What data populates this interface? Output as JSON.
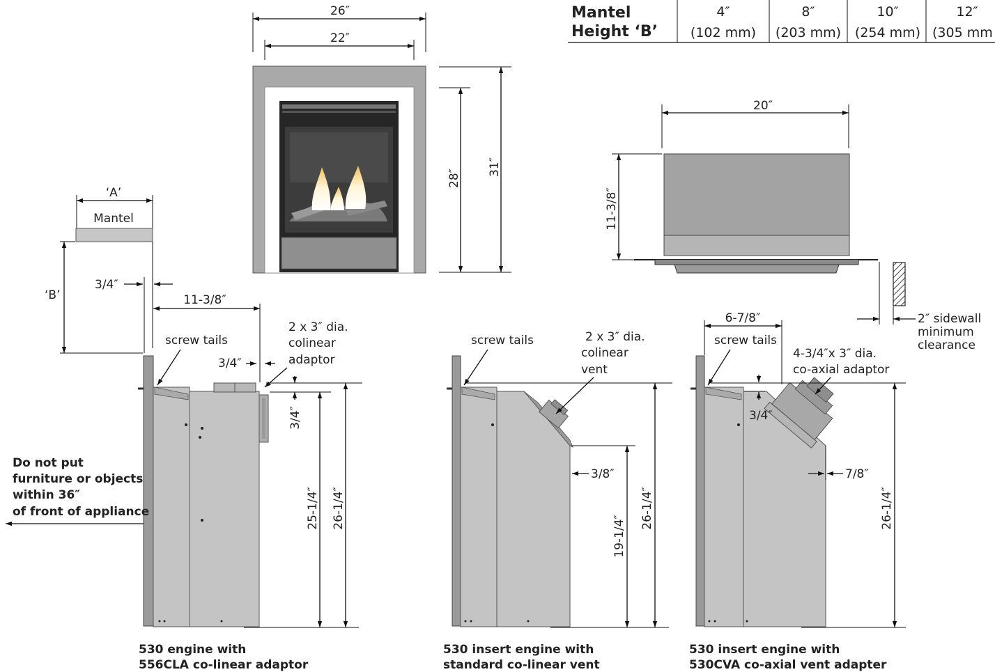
{
  "table": {
    "header_line1": "Mantel",
    "header_line2": "Height ‘B’",
    "columns": [
      {
        "in": "4″",
        "mm": "(102 mm)"
      },
      {
        "in": "8″",
        "mm": "(203 mm)"
      },
      {
        "in": "10″",
        "mm": "(254 mm)"
      },
      {
        "in": "12″",
        "mm": "(305 mm"
      }
    ]
  },
  "front_view": {
    "width_outer": "26″",
    "width_inner": "22″",
    "height_inner": "28″",
    "height_outer": "31″"
  },
  "top_view": {
    "width": "20″",
    "depth": "11-3/8″"
  },
  "sidewall": {
    "dim": "2″ sidewall",
    "line2": "minimum",
    "line3": "clearance"
  },
  "mantel": {
    "a_label": "‘A’",
    "title": "Mantel",
    "b_label": "‘B’",
    "offset": "3/4″"
  },
  "side1": {
    "depth": "11-3/8″",
    "screw_tails": "screw tails",
    "adaptor_l1": "2 x 3″ dia.",
    "adaptor_l2": "colinear",
    "adaptor_l3": "adaptor",
    "top_offset": "3/4″",
    "vert_offset": "3/4″",
    "height_inner": "25-1/4″",
    "height_outer": "26-1/4″",
    "warning_l1": "Do not put",
    "warning_l2": "furniture or objects",
    "warning_l3": "within 36″",
    "warning_l4": "of front of appliance",
    "caption_l1": "530 engine with",
    "caption_l2": "556CLA co-linear adaptor"
  },
  "side2": {
    "screw_tails": "screw tails",
    "vent_l1": "2 x 3″ dia.",
    "vent_l2": "colinear",
    "vent_l3": "vent",
    "offset": "3/8″",
    "height_low": "19-1/4″",
    "height": "26-1/4″",
    "caption_l1": "530 insert engine with",
    "caption_l2": "standard co-linear vent"
  },
  "side3": {
    "depth": "6-7/8″",
    "screw_tails": "screw tails",
    "adapter_l1": "4-3/4″x 3″ dia.",
    "adapter_l2": "co-axial adaptor",
    "top_offset": "3/4″",
    "offset": "7/8″",
    "height": "26-1/4″",
    "caption_l1": "530 insert engine with",
    "caption_l2": "530CVA co-axial vent adapter"
  },
  "colors": {
    "frame": "#a9a9a9",
    "body": "#c8c8c8",
    "dark": "#2a2a2a",
    "flame": "#f4c060"
  }
}
